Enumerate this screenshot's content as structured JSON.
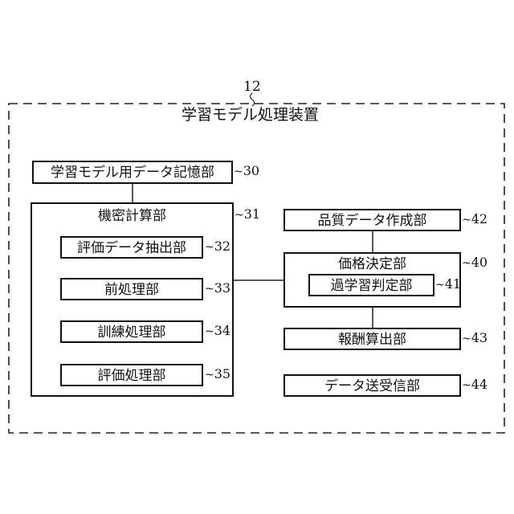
{
  "device": {
    "ref": "12",
    "title": "学習モデル処理装置"
  },
  "left": {
    "storage": {
      "label": "学習モデル用データ記憶部",
      "ref": "30"
    },
    "secure_compute": {
      "label": "機密計算部",
      "ref": "31",
      "items": [
        {
          "label": "評価データ抽出部",
          "ref": "32"
        },
        {
          "label": "前処理部",
          "ref": "33"
        },
        {
          "label": "訓練処理部",
          "ref": "34"
        },
        {
          "label": "評価処理部",
          "ref": "35"
        }
      ]
    }
  },
  "right": {
    "quality": {
      "label": "品質データ作成部",
      "ref": "42"
    },
    "pricing": {
      "label": "価格決定部",
      "ref": "40",
      "overfit": {
        "label": "過学習判定部",
        "ref": "41"
      }
    },
    "reward": {
      "label": "報酬算出部",
      "ref": "43"
    },
    "transceiver": {
      "label": "データ送受信部",
      "ref": "44"
    }
  },
  "ref_mark": "~"
}
